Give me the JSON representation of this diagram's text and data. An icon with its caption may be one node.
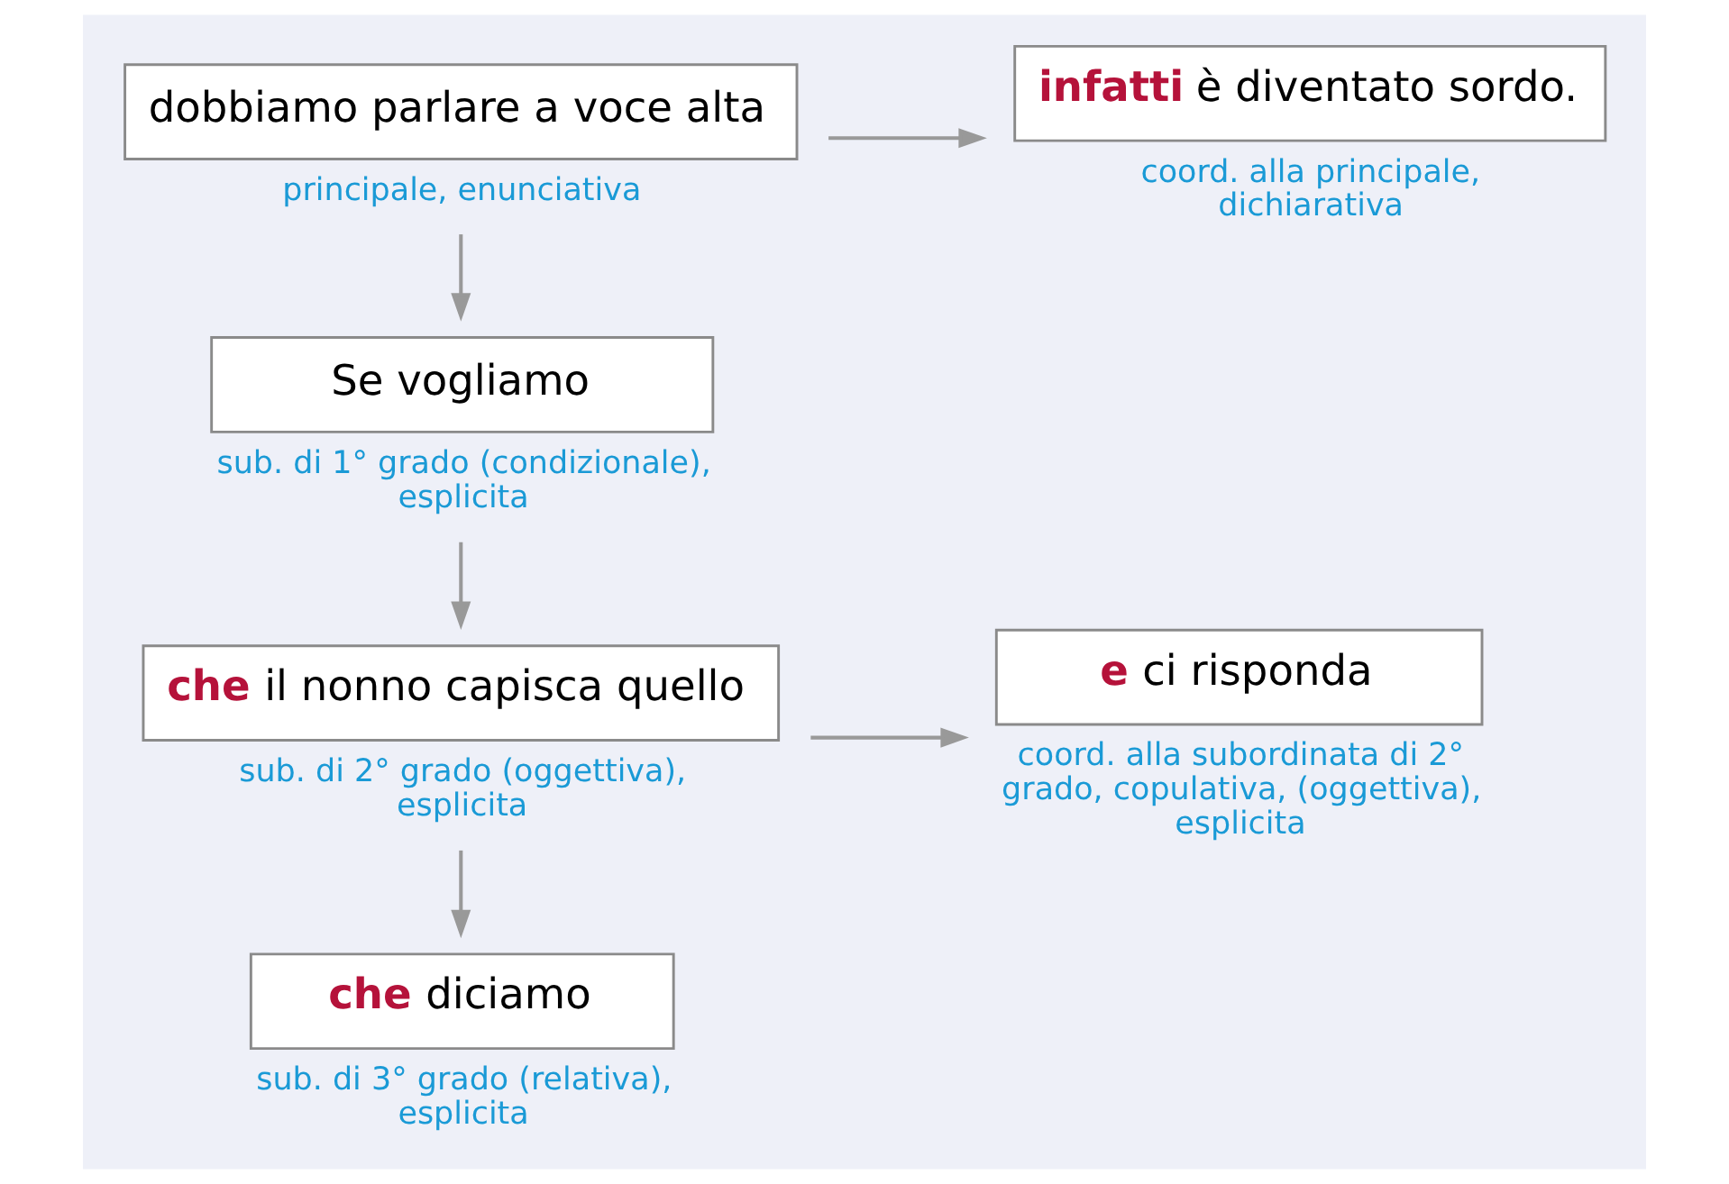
{
  "diagram": {
    "nodes": [
      {
        "text": [
          "dobbiamo parlare a voce alta"
        ],
        "beside": [
          "principale, enunciativa"
        ]
      },
      {
        "text": [
          "**infatti** è diventato sordo."
        ],
        "beside": [
          "coord. alla principale, dichiarativa"
        ]
      },
      {
        "text": [
          "Se vogliamo"
        ],
        "beside": [
          "sub. di 1° grado (condizionale), esplicita"
        ]
      },
      {
        "text": [
          "**che** il nonno capisca quello"
        ],
        "beside": [
          "sub. di 2° grado (oggettiva), esplicita"
        ]
      },
      {
        "text": [
          "**e** ci risponda"
        ],
        "beside": [
          "coord. alla subordinata di 2° grado, copulativa, (oggettiva), esplicita"
        ]
      },
      {
        "text": [
          "**che** diciamo"
        ],
        "beside": [
          "sub. di 3° grado (relativa), esplicita"
        ]
      }
    ],
    "edges": [
      {
        "from": 0,
        "to": 1,
        "arrow": "to"
      },
      {
        "from": 0,
        "to": 2,
        "arrow": "to"
      },
      {
        "from": 2,
        "to": 3,
        "arrow": "to"
      },
      {
        "from": 3,
        "to": 4,
        "arrow": "to"
      },
      {
        "from": 3,
        "to": 5,
        "arrow": "to"
      }
    ]
  }
}
